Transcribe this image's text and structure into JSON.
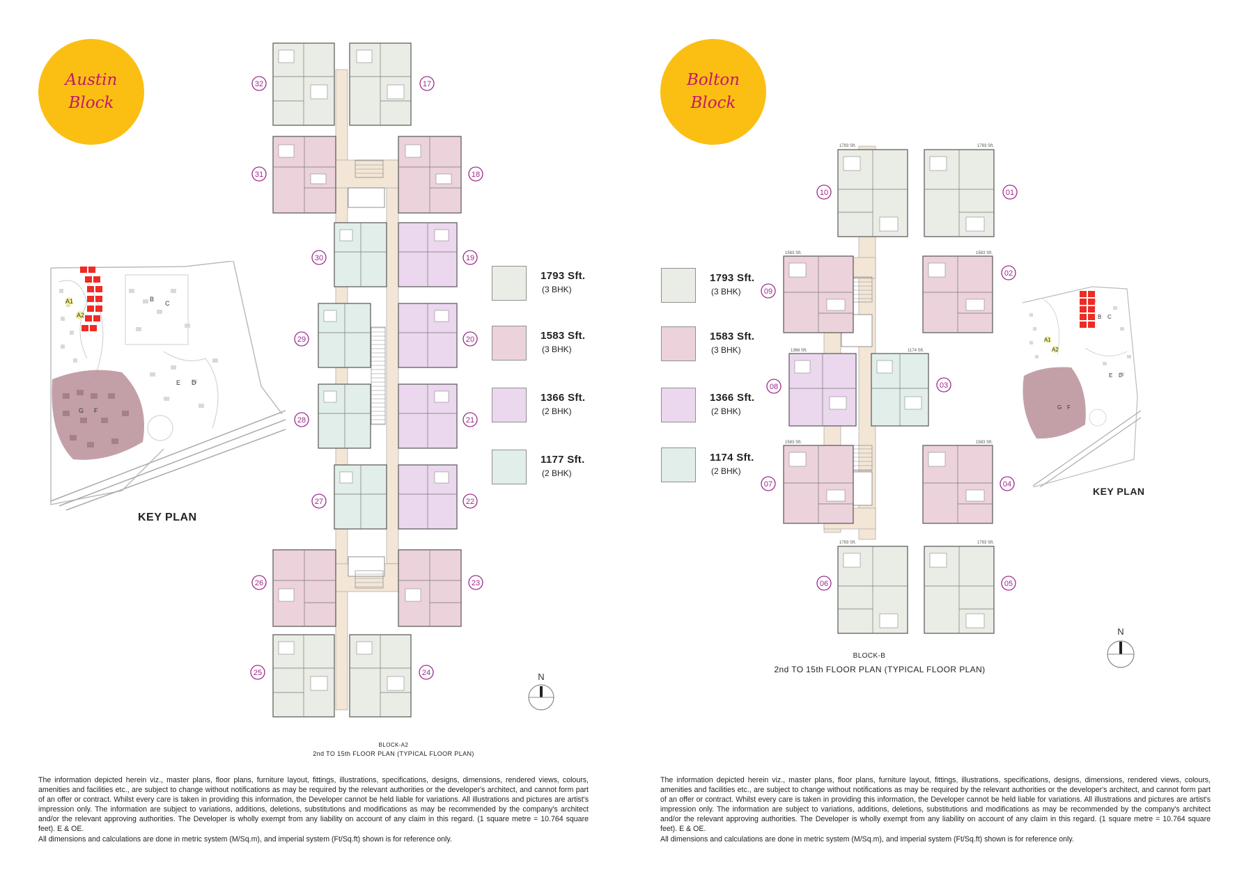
{
  "colors": {
    "badge": "#fbbf14",
    "badge_text": "#c2186b",
    "unit_3bhk_large": "#eaede5",
    "unit_3bhk": "#ecd2da",
    "unit_2bhk_large": "#ebd7ee",
    "unit_2bhk": "#e1eee9",
    "corridor": "#f3e6d6",
    "number_circle": "#9c2a8a",
    "keyplan_highlight": "#ee2b24",
    "keyplan_zone": "#b88f99"
  },
  "icons": [
    "north-compass-icon"
  ],
  "austin": {
    "badge_line1": "Austin",
    "badge_line2": "Block",
    "legend": [
      {
        "size": "1793 Sft.",
        "type": "(3 BHK)",
        "color": "#eaede5"
      },
      {
        "size": "1583 Sft.",
        "type": "(3 BHK)",
        "color": "#ecd2da"
      },
      {
        "size": "1366 Sft.",
        "type": "(2 BHK)",
        "color": "#ebd7ee"
      },
      {
        "size": "1177 Sft.",
        "type": "(2 BHK)",
        "color": "#e1eee9"
      }
    ],
    "unit_numbers": [
      "32",
      "17",
      "31",
      "18",
      "30",
      "19",
      "29",
      "20",
      "28",
      "21",
      "27",
      "22",
      "26",
      "23",
      "25",
      "24"
    ],
    "key_plan_label": "KEY PLAN",
    "key_plan_tags": [
      "A1",
      "A2",
      "B",
      "C",
      "D",
      "E",
      "F",
      "G"
    ],
    "compass_label": "N",
    "block_label": "BLOCK-A2",
    "floor_plan_caption": "2nd TO 15th FLOOR PLAN (TYPICAL FLOOR PLAN)",
    "disclaimer": "The information depicted herein viz., master plans, floor plans, furniture layout, fittings, illustrations, specifications, designs, dimensions, rendered views, colours, amenities and facilities etc., are subject to change without notifications as may be required by the relevant authorities or the developer's architect, and cannot form part of an offer or contract. Whilst every care is taken in providing this information, the Developer cannot be held liable for variations. All illustrations and pictures are artist's impression only. The information are subject to variations, additions, deletions, substitutions and modifications as may be recommended by the company's architect and/or the relevant approving authorities. The Developer is wholly exempt from any liability on account of any claim in this regard. (1 square metre = 10.764 square feet). E & OE.",
    "disclaimer_note": "All dimensions and calculations are done in metric system (M/Sq.m), and imperial system (Ft/Sq.ft) shown is for reference only."
  },
  "bolton": {
    "badge_line1": "Bolton",
    "badge_line2": "Block",
    "legend": [
      {
        "size": "1793 Sft.",
        "type": "(3 BHK)",
        "color": "#eaede5"
      },
      {
        "size": "1583 Sft.",
        "type": "(3 BHK)",
        "color": "#ecd2da"
      },
      {
        "size": "1366 Sft.",
        "type": "(2 BHK)",
        "color": "#ebd7ee"
      },
      {
        "size": "1174 Sft.",
        "type": "(2 BHK)",
        "color": "#e1eee9"
      }
    ],
    "unit_numbers": [
      "10",
      "01",
      "09",
      "02",
      "08",
      "03",
      "07",
      "04",
      "06",
      "05"
    ],
    "unit_area_tags": [
      "1793 Sft.",
      "1793 Sft.",
      "1583 Sft.",
      "1583 Sft.",
      "1366 Sft.",
      "1174 Sft.",
      "1583 Sft.",
      "1583 Sft.",
      "1793 Sft.",
      "1793 Sft."
    ],
    "key_plan_label": "KEY PLAN",
    "key_plan_tags": [
      "A1",
      "A2",
      "B",
      "C",
      "D",
      "E",
      "F",
      "G"
    ],
    "compass_label": "N",
    "block_label": "BLOCK-B",
    "floor_plan_caption": "2nd TO 15th FLOOR PLAN (TYPICAL FLOOR PLAN)",
    "disclaimer": "The information depicted herein viz., master plans, floor plans, furniture layout, fittings, illustrations, specifications, designs, dimensions, rendered views, colours, amenities and facilities etc., are subject to change without notifications as may be required by the relevant authorities or the developer's architect, and cannot form part of an offer or contract. Whilst every care is taken in providing this information, the Developer cannot be held liable for variations. All illustrations and pictures are artist's impression only. The information are subject to variations, additions, deletions, substitutions and modifications as may be recommended by the company's architect and/or the relevant approving authorities. The Developer is wholly exempt from any liability on account of any claim in this regard. (1 square metre = 10.764 square feet). E & OE.",
    "disclaimer_note": "All dimensions and calculations are done in metric system (M/Sq.m), and imperial system (Ft/Sq.ft) shown is for reference only."
  }
}
